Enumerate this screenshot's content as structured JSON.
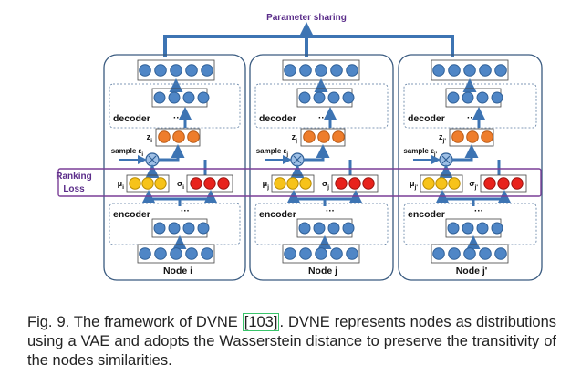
{
  "top_label": "Parameter sharing",
  "ranking_loss": [
    "Ranking",
    "Loss"
  ],
  "columns": [
    {
      "node": "Node i",
      "z": "z",
      "z_sub": "i",
      "eps": "sample ε",
      "eps_sub": "i",
      "mu": "μ",
      "mu_sub": "i",
      "sigma": "σ",
      "sigma_sub": "i",
      "decoder": "decoder",
      "encoder": "encoder"
    },
    {
      "node": "Node j",
      "z": "z",
      "z_sub": "j",
      "eps": "sample ε",
      "eps_sub": "j",
      "mu": "μ",
      "mu_sub": "j",
      "sigma": "σ",
      "sigma_sub": "j",
      "decoder": "decoder",
      "encoder": "encoder"
    },
    {
      "node": "Node j'",
      "z": "z",
      "z_sub": "j'",
      "eps": "sample ε",
      "eps_sub": "j'",
      "mu": "μ",
      "mu_sub": "j'",
      "sigma": "σ",
      "sigma_sub": "j'",
      "decoder": "decoder",
      "encoder": "encoder"
    }
  ],
  "caption": {
    "prefix": "Fig. 9. The framework of DVNE ",
    "ref": "[103]",
    "suffix": ". DVNE represents nodes as distributions using a VAE and adopts the Wasserstein distance to preserve the transitivity of the nodes similarities."
  },
  "colors": {
    "blue": "#4f86c6",
    "blue_stroke": "#2f5f96",
    "orange": "#ee7d2c",
    "yellow": "#f7c31a",
    "red": "#e8221c",
    "purple": "#7a3f97",
    "panel": "#3a5b80",
    "arrow": "#3d74b3"
  }
}
